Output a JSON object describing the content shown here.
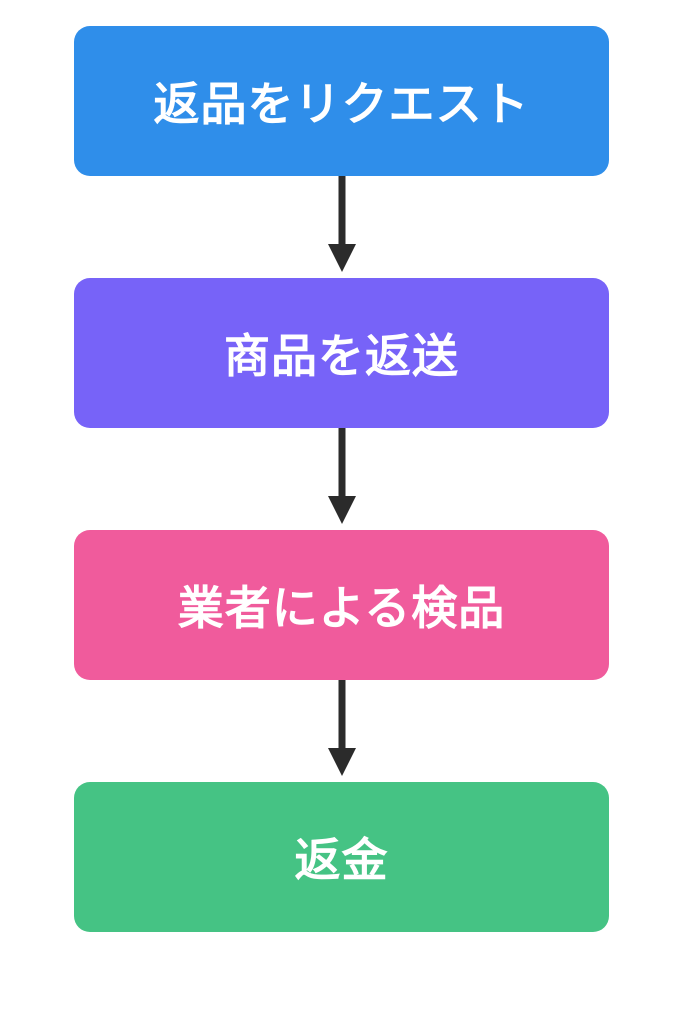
{
  "flow": {
    "steps": [
      {
        "label": "返品をリクエスト",
        "color": "#2f8eea"
      },
      {
        "label": "商品を返送",
        "color": "#7763f8"
      },
      {
        "label": "業者による検品",
        "color": "#f05b9c"
      },
      {
        "label": "返金",
        "color": "#45c384"
      }
    ],
    "arrow_color": "#2b2b2b"
  }
}
